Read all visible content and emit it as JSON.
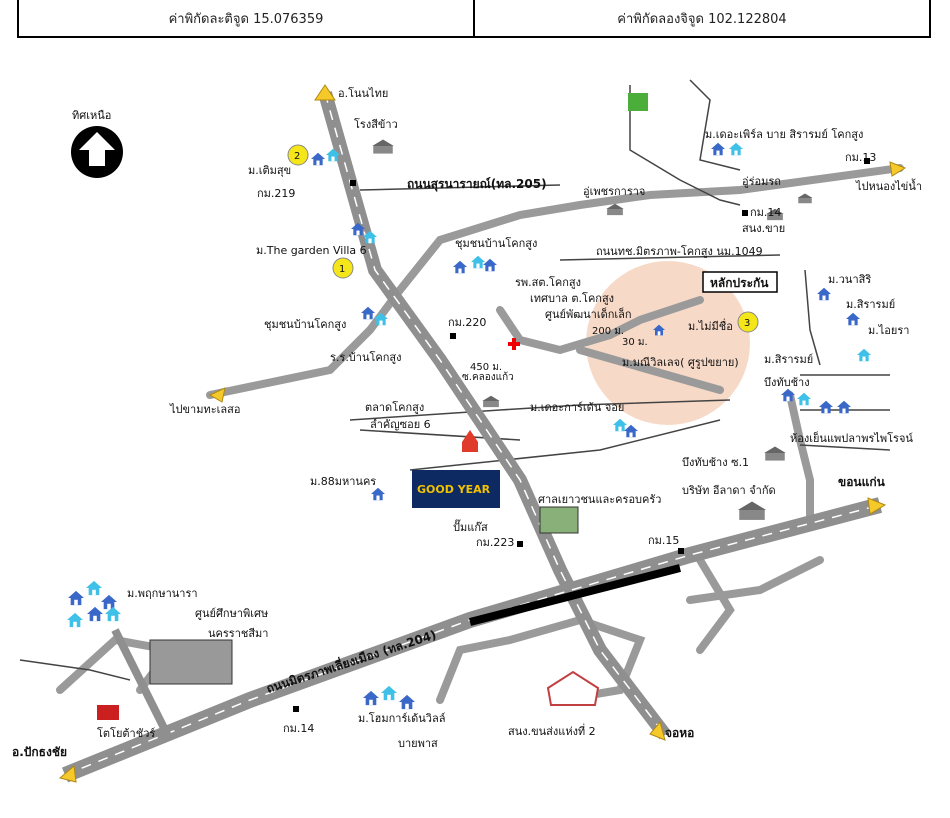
{
  "header": {
    "latitude": "ค่าพิกัดละติจูด 15.076359",
    "longitude": "ค่าพิกัดลองจิจูด 102.122804"
  },
  "colors": {
    "road_main": "#8f8f8f",
    "road_secondary": "#9a9a9a",
    "highlight_circle": "#f7d9c7",
    "marker_yellow": "#f5e61a",
    "arrow_yellow": "#f6c92a",
    "house_blue": "#3a68c8",
    "house_cyan": "#3fc0e8"
  },
  "north": {
    "label": "ทิศเหนือ"
  },
  "markers": {
    "m1": "1",
    "m2": "2",
    "m3": "3"
  },
  "labels": {
    "nonthai": "อ.โนนไทย",
    "rice_mill": "โรงสีข้าว",
    "ban_toem_suk": "ม.เติมสุข",
    "km219": "กม.219",
    "thanon_surnarai": "ถนนสุรนารายณ์(ทล.205)",
    "garden_villa": "ม.The garden Villa 6",
    "community_khoksung_top": "ชุมชนบ้านโคกสูง",
    "community_khoksung_left": "ชุมชนบ้านโคกสูง",
    "school_khoksung": "ร.ร.บ้านโคกสูง",
    "km220": "กม.220",
    "to_thale_so": "ไปขามทะเลสอ",
    "hospital": "รพ.สต.โคกสูง",
    "tessaban": "เทศบาล ต.โคกสูง",
    "child_center": "ศูนย์พัฒนาเด็กเล็ก",
    "dist200": "200 ม.",
    "dist30": "30 ม.",
    "dist450": "450 ม.",
    "khlong_kaeo": "ซ.คลองแก้ว",
    "lak_prakan": "หลักประกัน",
    "ban_mai_si_rue": "ม.ไม่มีชื่อ",
    "ban_manee": "ม.มณีวิลเลจ( ศูรูปขยาย)",
    "garden_home": "ม.เดอะการ์เด้น จอย",
    "talat_khoksung": "ตลาดโคกสูง",
    "soi6": "ลำคัญซอย 6",
    "ban_88": "ม.88มหานคร",
    "goodyear": "GOOD YEAR",
    "pump_gas": "ปั๊มแก๊ส",
    "km223": "กม.223",
    "sala": "ศาลเยาวชนและครอบครัว",
    "the_parc": "ม.เดอะเพิร์ล บาย สิรารมย์ โคกสูง",
    "km13": "กม.13",
    "to_nong_khai_nam": "ไปหนองไข่น้ำ",
    "u_om_rot": "อู่ร่อมรถ",
    "u_phetcharakan": "อู่เพชรการาจ",
    "km14_top": "กม.14",
    "sanong_khai": "สนง.ขาย",
    "road_mittraphap_1049": "ถนนทช.มิตรภาพ-โคกสูง นม.1049",
    "ban_wanasiri": "ม.วนาสิริ",
    "ban_sirarom_1": "ม.สิรารมย์",
    "ban_oy_ra": "ม.ไอยรา",
    "ban_sirarom_2": "ม.สิรารมย์",
    "bueng_thap_chang": "บึงทับช้าง",
    "cold_storage": "ห้องเย็นแพปลาพรไพโรจน์",
    "bueng_thap_chang_1": "บึงทับช้าง ซ.1",
    "khon_kaen": "ขอนแก่น",
    "company": "บริษัท อีลาดา จำกัด",
    "km15": "กม.15",
    "ban_phruksa": "ม.พฤกษานารา",
    "special_ed": "ศูนย์ศึกษาพิเศษ",
    "nakhon_ratchasima": "นครราชสีมา",
    "mittraphap_road": "ถนนมิตรภาพเลี่ยงเมือง (ทล.204)",
    "toyota": "โตโยต้าชัวร์",
    "km14_bottom": "กม.14",
    "ban_home_garden": "ม.โฮมการ์เด้นวิลล์",
    "bai_phas": "บายพาส",
    "sanong_khonsong": "สนง.ขนส่งแห่งที่ 2",
    "chok_chai": "จอหอ",
    "pak_thong_chai": "อ.ปักธงชัย"
  }
}
